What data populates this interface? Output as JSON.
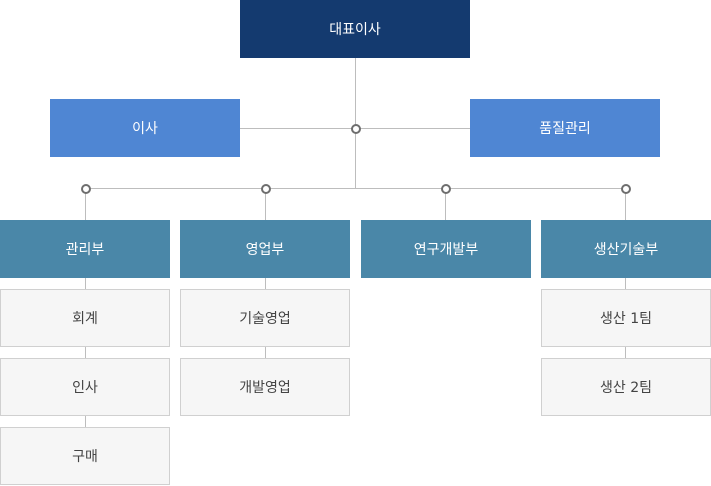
{
  "org": {
    "ceo": "대표이사",
    "left_side": "이사",
    "right_side": "품질관리",
    "departments": [
      {
        "name": "관리부",
        "teams": [
          "회계",
          "인사",
          "구매"
        ]
      },
      {
        "name": "영업부",
        "teams": [
          "기술영업",
          "개발영업"
        ]
      },
      {
        "name": "연구개발부",
        "teams": []
      },
      {
        "name": "생산기술부",
        "teams": [
          "생산 1팀",
          "생산 2팀"
        ]
      }
    ]
  }
}
